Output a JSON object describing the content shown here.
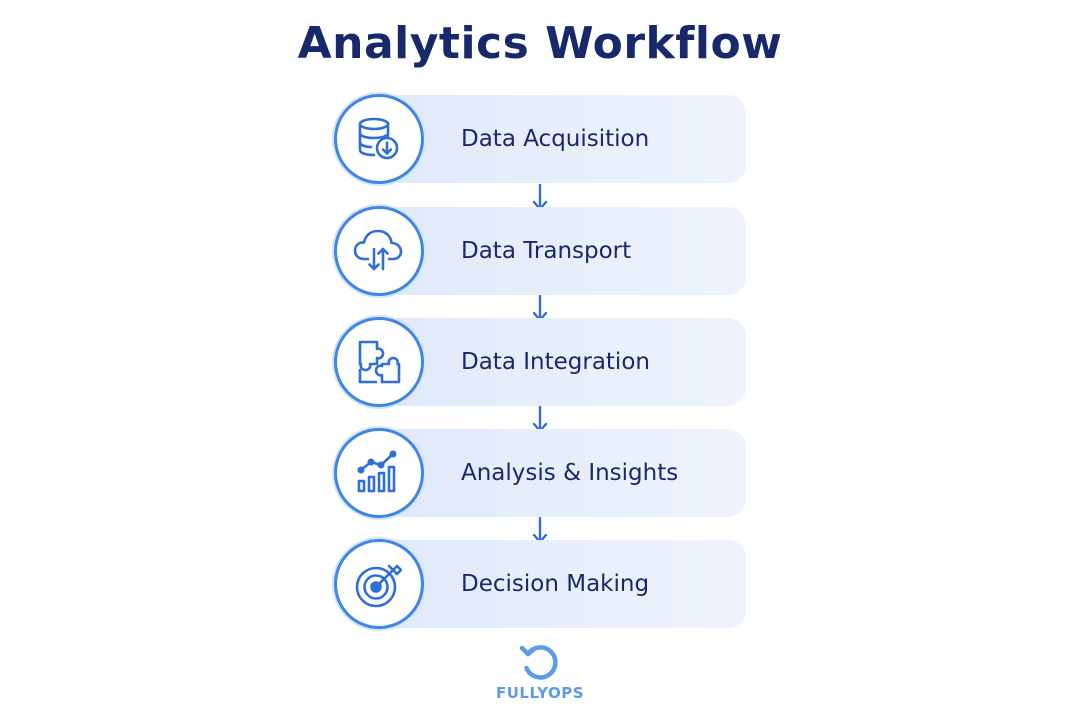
{
  "title": "Analytics Workflow",
  "steps": [
    {
      "label": "Data Acquisition",
      "icon": "database-download-icon"
    },
    {
      "label": "Data Transport",
      "icon": "cloud-transfer-icon"
    },
    {
      "label": "Data Integration",
      "icon": "puzzle-icon"
    },
    {
      "label": "Analysis & Insights",
      "icon": "chart-analytics-icon"
    },
    {
      "label": "Decision Making",
      "icon": "target-arrow-icon"
    }
  ],
  "logo": {
    "text": "FULLYOPS",
    "icon": "refresh-logo-icon"
  },
  "colors": {
    "title": "#17296b",
    "accent": "#3f86e6",
    "pill": "#e7eefb",
    "logo": "#5b9be8"
  }
}
